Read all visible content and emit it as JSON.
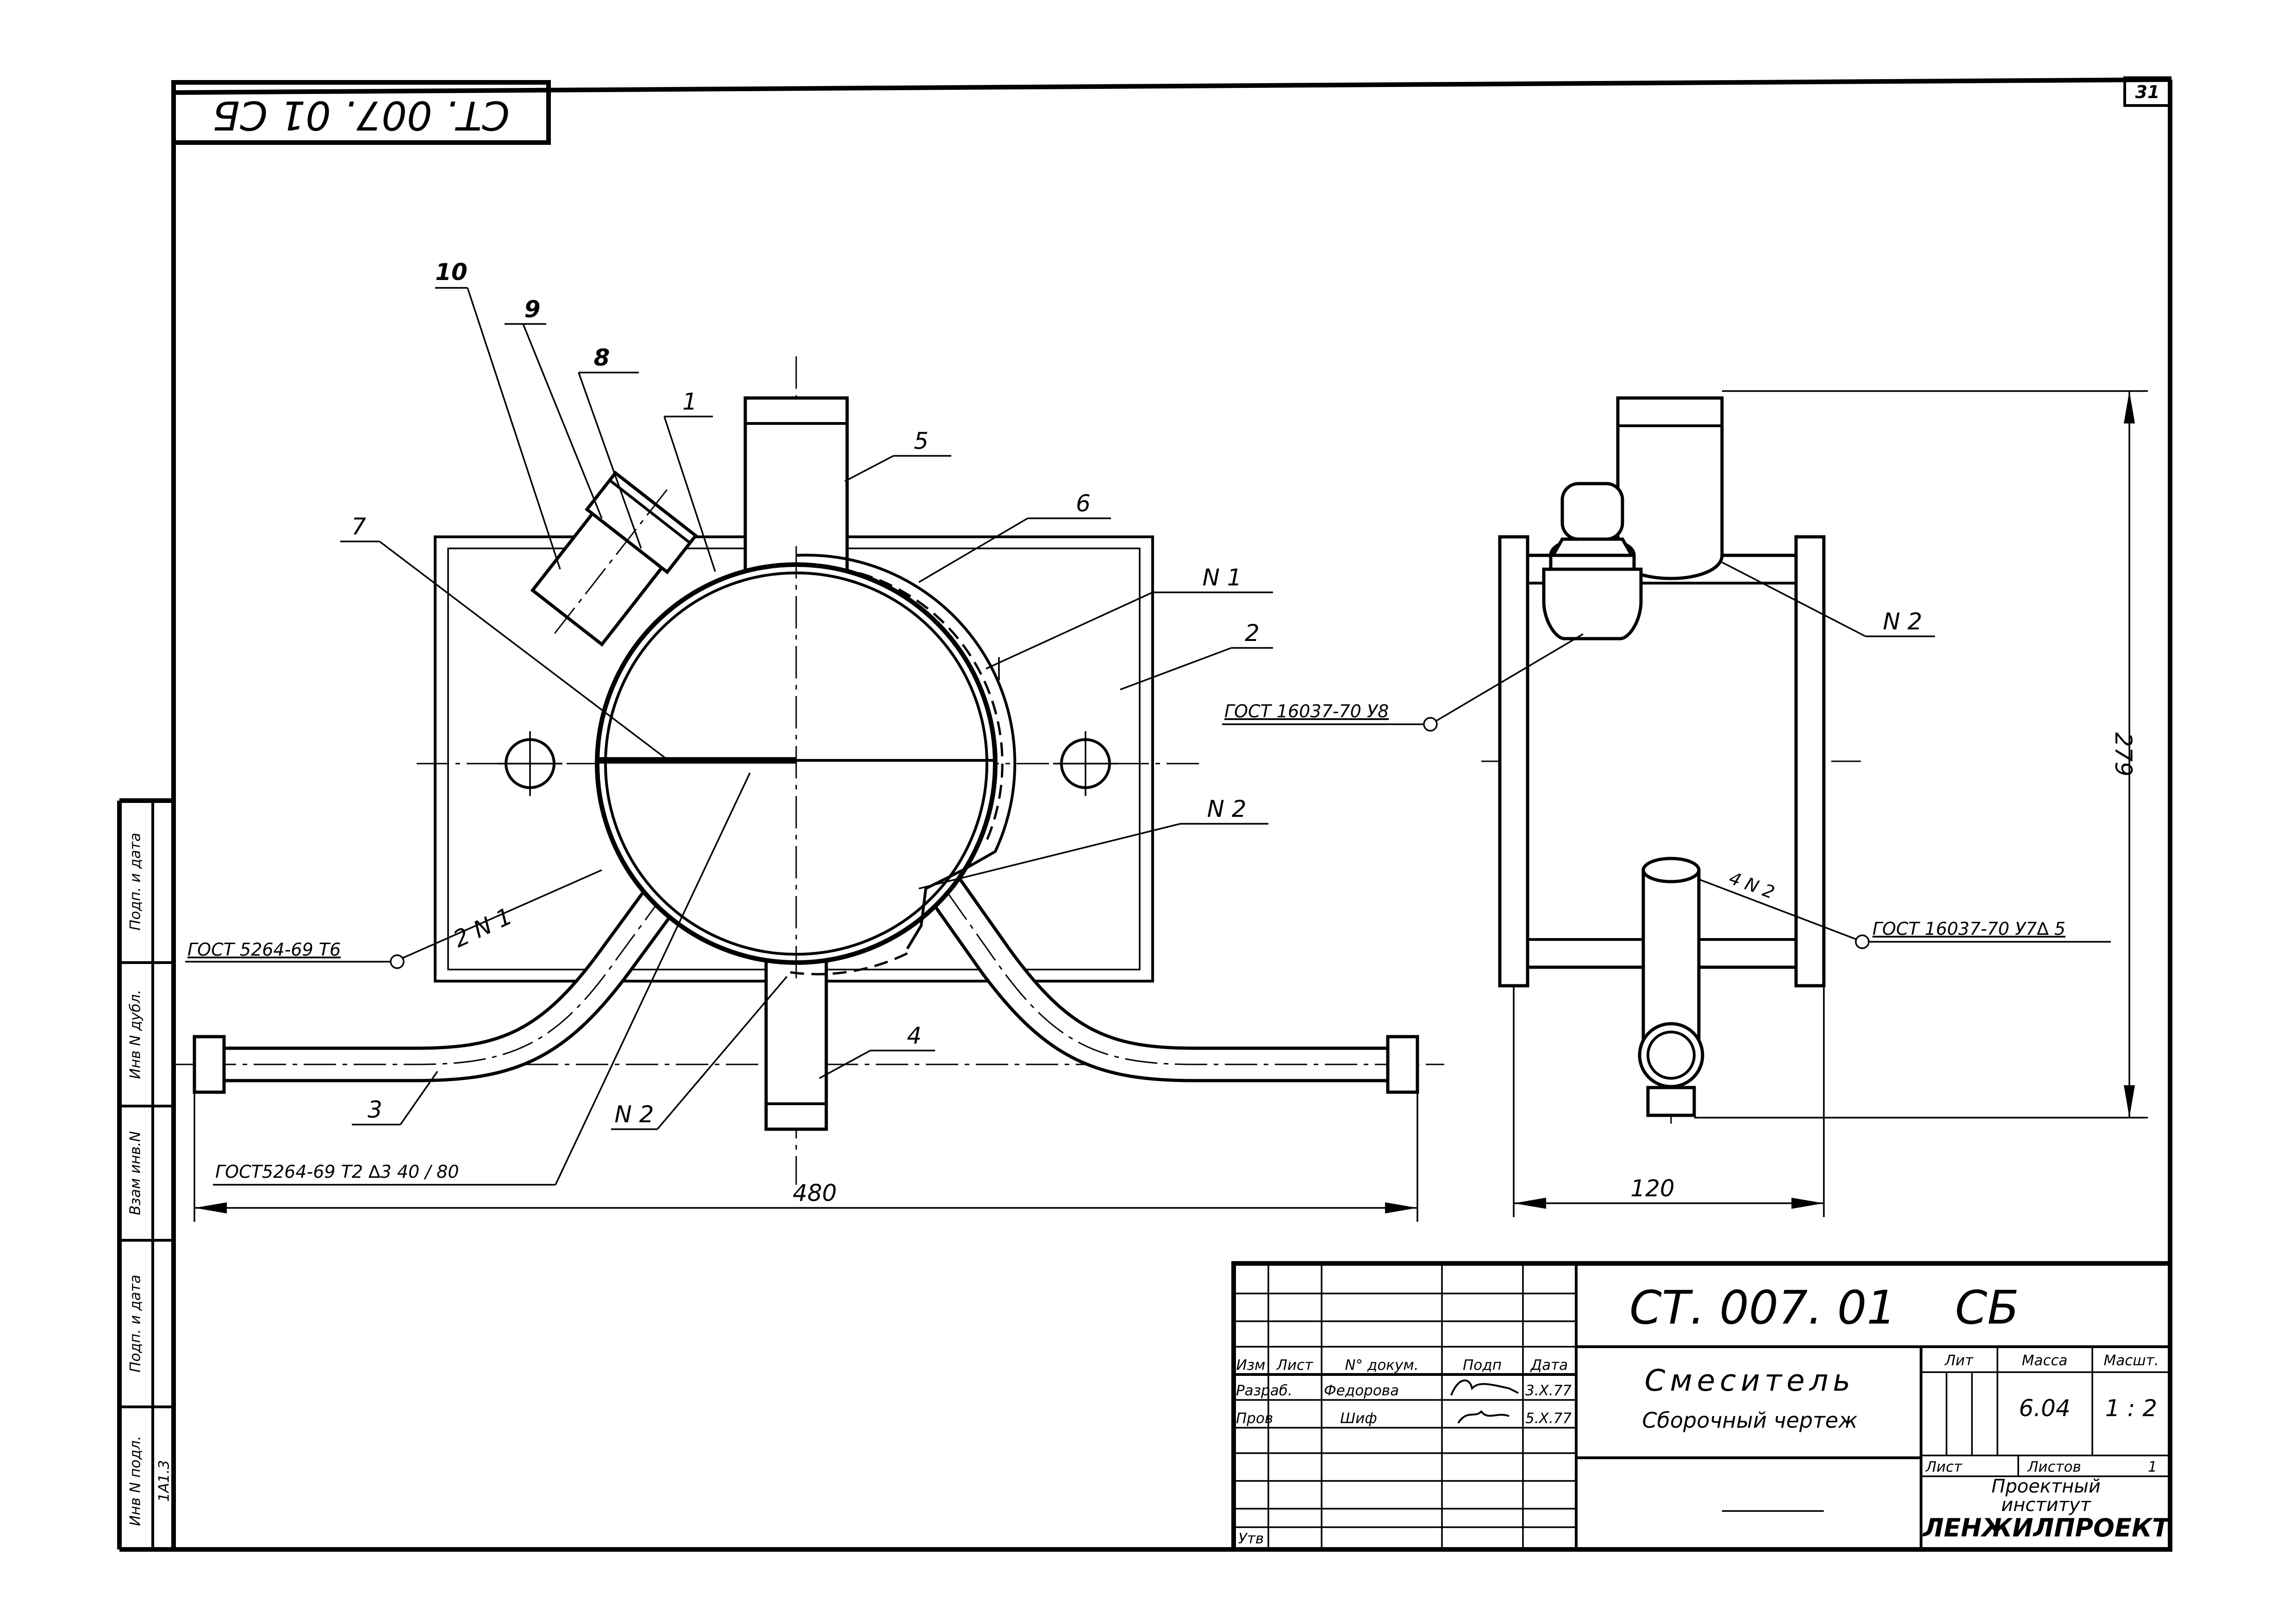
{
  "sheet": {
    "number": "31",
    "code_rotated": "СТ. 007. 01 СБ"
  },
  "front_view": {
    "positions": [
      "1",
      "2",
      "3",
      "4",
      "5",
      "6",
      "7",
      "8",
      "9",
      "10"
    ],
    "weld_labels": {
      "n1_top": "N 1",
      "n2_right": "N 2",
      "n1_left": "2 N 1",
      "n2_bottom": "N 2"
    },
    "gost_left": "ГОСТ 5264-69 Т6",
    "gost_bottom": "ГОСТ5264-69 Т2 ∆3  40 / 80",
    "dim_width": "480"
  },
  "side_view": {
    "gost_upper": "ГОСТ 16037-70 У8",
    "gost_lower": "ГОСТ 16037-70 У7∆ 5",
    "weld_top": "N 2",
    "weld_bottom": "4 N 2",
    "dim_height": "279",
    "dim_width": "120"
  },
  "side_stamp": {
    "labels": [
      "Инв N подл.",
      "Подп. и дата",
      "Взам инв.N",
      "Инв N дубл.",
      "Подп. и дата"
    ],
    "inv_value": "1A1.3"
  },
  "title_block": {
    "designation": "СТ. 007. 01    СБ",
    "name_line1": "Смеситель",
    "name_line2": "Сборочный чертеж",
    "headers": {
      "izm": "Изм",
      "list": "Лист",
      "doc": "N° докум.",
      "sign": "Подп",
      "date": "Дата"
    },
    "rows": [
      {
        "role": "Разраб.",
        "name": "Федорова",
        "date": "3.X.77"
      },
      {
        "role": "Пров",
        "name": "Шиф",
        "date": "5.X.77"
      }
    ],
    "utv": "Утв",
    "lit_label": "Лит",
    "mass_label": "Масса",
    "scale_label": "Масшт.",
    "mass": "6.04",
    "scale": "1 : 2",
    "sheet_label": "Лист",
    "sheets_label": "Листов",
    "sheets_count": "1",
    "org_line1": "Проектный",
    "org_line2": "институт",
    "org_line3": "ЛЕНЖИЛПРОЕКТ"
  }
}
